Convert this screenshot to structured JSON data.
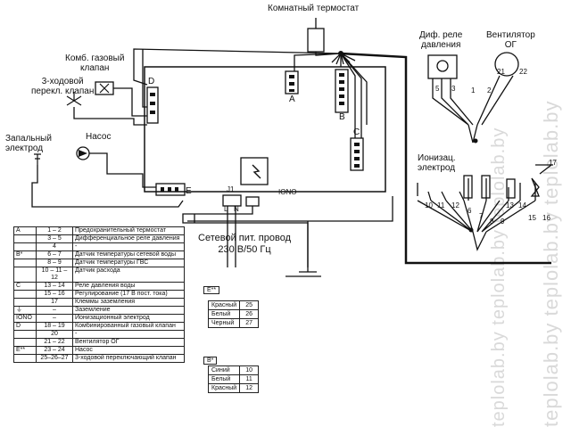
{
  "labels": {
    "room_thermostat": "Комнатный термостат",
    "combo_gas_valve": "Комб. газовый\nклапан",
    "three_way_valve": "3-ходовой\nперекл. клапан",
    "pump": "Насос",
    "ignition_electrode": "Запальный\nэлектрод",
    "diff_pressure_relay": "Диф. реле\nдавления",
    "fan": "Вентилятор\nОГ",
    "ionization_electrode": "Ионизац.\nэлектрод",
    "mains_cable": "Сетевой пит. провод\n230 В/50 Гц",
    "block_a": "A",
    "block_b": "B",
    "block_c": "C",
    "block_d": "D",
    "block_e": "E",
    "j1": "J1",
    "l": "L",
    "n": "N",
    "iono": "IONO",
    "relay_pins": [
      "5",
      "3",
      "1",
      "2"
    ],
    "fan_pins": [
      "21",
      "22"
    ],
    "ground_17": "17",
    "ion_pins": [
      "10",
      "11",
      "12",
      "6",
      "7",
      "8",
      "9",
      "13",
      "14",
      "15",
      "16"
    ],
    "watermark": "teplolab.by   teplolab.by   teplolab.by"
  },
  "legend": [
    {
      "key": "A",
      "num": "1 – 2",
      "desc": "Предохранительный термостат"
    },
    {
      "key": "",
      "num": "3 – 5",
      "desc": "Дифференциальное реле давления"
    },
    {
      "key": "",
      "num": "4",
      "desc": "-"
    },
    {
      "key": "B*",
      "num": "6 – 7",
      "desc": "Датчик температуры сетевой воды"
    },
    {
      "key": "",
      "num": "8 – 9",
      "desc": "Датчик температуры ГВС"
    },
    {
      "key": "",
      "num": "10 – 11 – 12",
      "desc": "Датчик расхода"
    },
    {
      "key": "C",
      "num": "13 – 14",
      "desc": "Реле давления воды"
    },
    {
      "key": "",
      "num": "15 – 16",
      "desc": "Регулирование (17 В пост. тока)"
    },
    {
      "key": "",
      "num": "17",
      "desc": "Клеммы заземления"
    },
    {
      "key": "⏚",
      "num": "–",
      "desc": "Заземление"
    },
    {
      "key": "IONO",
      "num": "–",
      "desc": "Ионизационный электрод"
    },
    {
      "key": "D",
      "num": "18 – 19",
      "desc": "Комбинированный газовый клапан"
    },
    {
      "key": "",
      "num": "20",
      "desc": "-"
    },
    {
      "key": "",
      "num": "21 – 22",
      "desc": "Вентилятор ОГ"
    },
    {
      "key": "E**",
      "num": "23 – 24",
      "desc": "Насос"
    },
    {
      "key": "",
      "num": "25–26–27",
      "desc": "3-ходовой переключающий клапан"
    }
  ],
  "table_e": {
    "title": "E**",
    "rows": [
      {
        "color": "Красный",
        "num": "25"
      },
      {
        "color": "Белый",
        "num": "26"
      },
      {
        "color": "Черный",
        "num": "27"
      }
    ]
  },
  "table_b": {
    "title": "B*",
    "rows": [
      {
        "color": "Синий",
        "num": "10"
      },
      {
        "color": "Белый",
        "num": "11"
      },
      {
        "color": "Красный",
        "num": "12"
      }
    ]
  }
}
